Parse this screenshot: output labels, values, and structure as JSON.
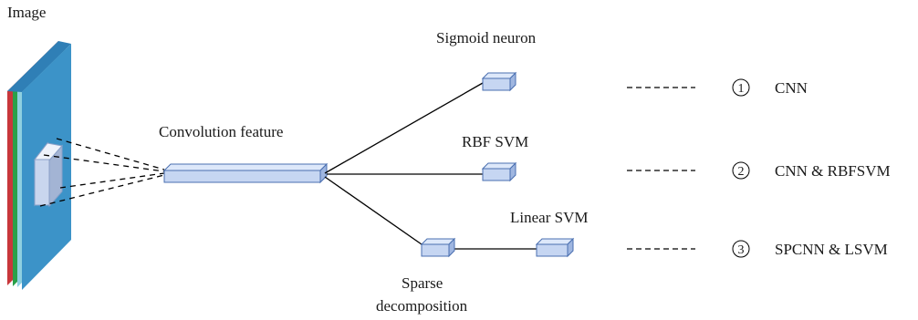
{
  "labels": {
    "image": "Image",
    "convolution_feature": "Convolution feature",
    "sigmoid_neuron": "Sigmoid neuron",
    "rbf_svm": "RBF SVM",
    "linear_svm": "Linear SVM",
    "sparse_line1": "Sparse",
    "sparse_line2": "decomposition"
  },
  "methods": [
    {
      "number": "1",
      "name": "CNN"
    },
    {
      "number": "2",
      "name": "CNN & RBFSVM"
    },
    {
      "number": "3",
      "name": "SPCNN & LSVM"
    }
  ],
  "colors": {
    "image_face": "#3c93c8",
    "image_top": "#2f7fb6",
    "channel_red": "#c8373b",
    "channel_green": "#2aa04a",
    "channel_cyan": "#8fd0e0",
    "block_fill": "#c6d6f2",
    "block_top": "#dde8fa",
    "block_side": "#9fb6e0",
    "block_stroke": "#4a6fb0",
    "line": "#000000"
  }
}
